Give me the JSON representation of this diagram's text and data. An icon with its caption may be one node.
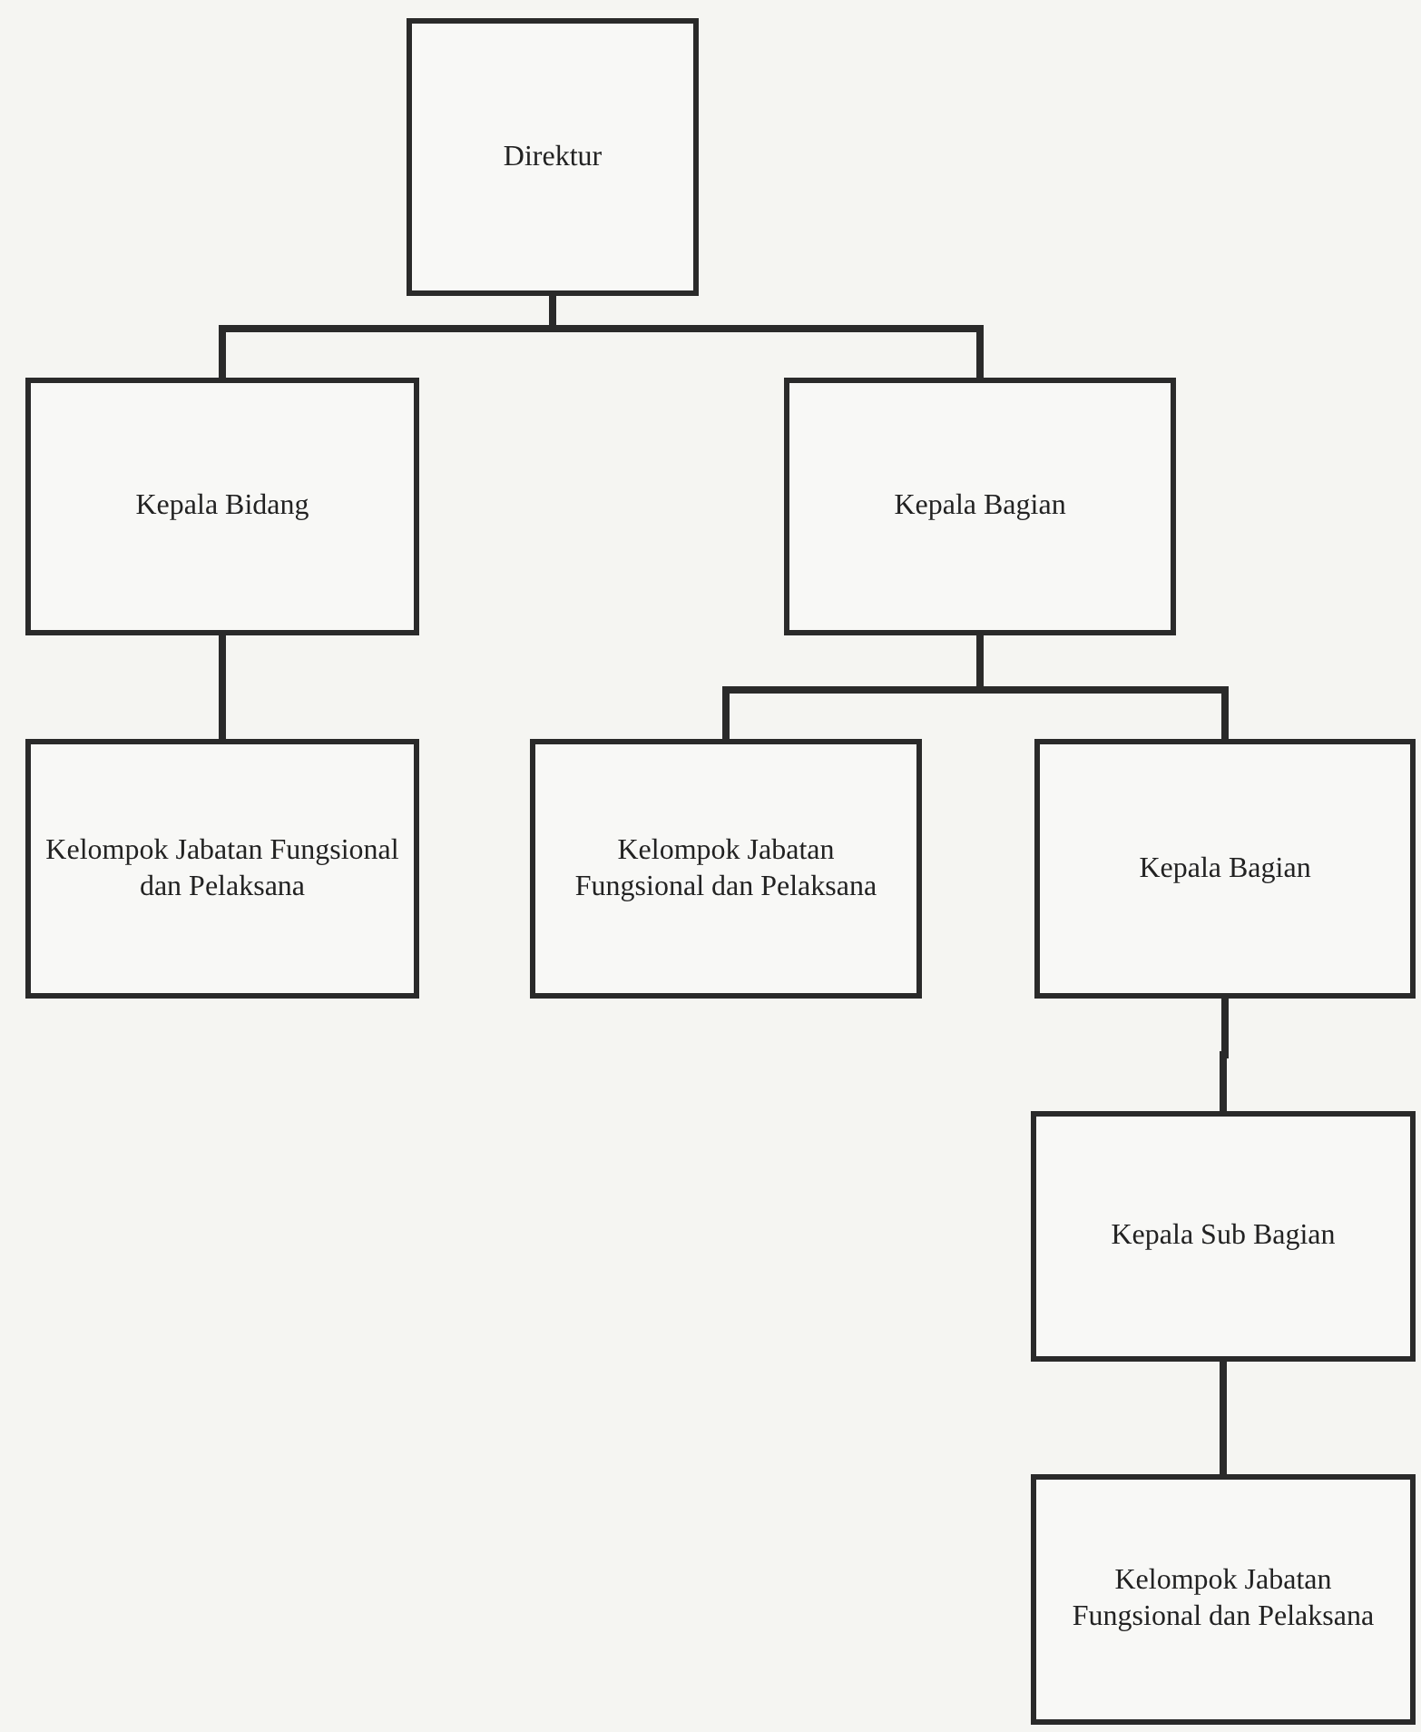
{
  "diagram": {
    "nodes": [
      {
        "text": [
          "Direktur"
        ]
      },
      {
        "text": [
          "Kepala Bidang"
        ]
      },
      {
        "text": [
          "Kepala Bagian"
        ]
      },
      {
        "text": [
          "Kelompok Jabatan Fungsional dan Pelaksana"
        ]
      },
      {
        "text": [
          "Kelompok Jabatan Fungsional dan Pelaksana"
        ]
      },
      {
        "text": [
          "Kepala Bagian"
        ]
      },
      {
        "text": [
          "Kepala Sub Bagian"
        ]
      },
      {
        "text": [
          "Kelompok Jabatan Fungsional dan Pelaksana"
        ]
      }
    ],
    "edges": [
      {
        "from": 0,
        "to": 1,
        "arrow": "none"
      },
      {
        "from": 0,
        "to": 2,
        "arrow": "none"
      },
      {
        "from": 1,
        "to": 3,
        "arrow": "none"
      },
      {
        "from": 2,
        "to": 4,
        "arrow": "none"
      },
      {
        "from": 2,
        "to": 5,
        "arrow": "none"
      },
      {
        "from": 5,
        "to": 6,
        "arrow": "none"
      },
      {
        "from": 6,
        "to": 7,
        "arrow": "none"
      }
    ]
  }
}
